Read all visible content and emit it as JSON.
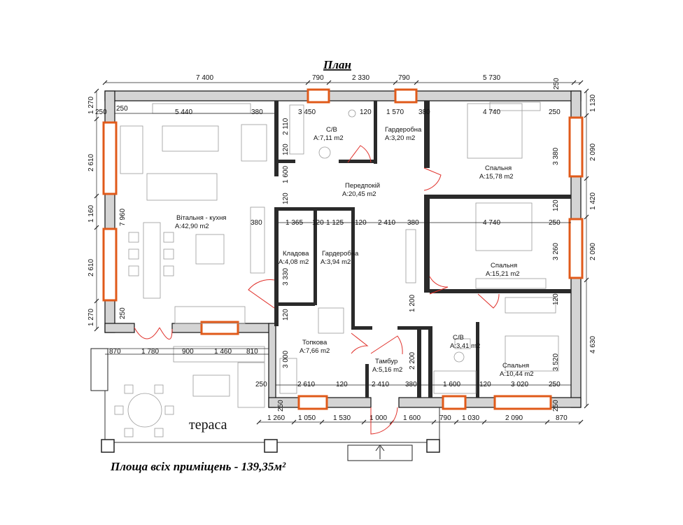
{
  "title": "План",
  "total_area": "Площа всіх приміщень - 139,35м²",
  "terrace_label": "тераса",
  "rooms": [
    {
      "name": "С/В",
      "area": "А:7,11 m2"
    },
    {
      "name": "Гардеробна",
      "area": "А:3,20 m2"
    },
    {
      "name": "Спальня",
      "area": "А:15,78 m2"
    },
    {
      "name": "Передпокій",
      "area": "А:20,45 m2"
    },
    {
      "name": "Вітальня - кухня",
      "area": "А:42,90 m2"
    },
    {
      "name": "Кладова",
      "area": "А:4,08 m2"
    },
    {
      "name": "Гардеробна",
      "area": "А:3,94 m2"
    },
    {
      "name": "Спальня",
      "area": "А:15,21 m2"
    },
    {
      "name": "Топкова",
      "area": "А:7,66 m2"
    },
    {
      "name": "Тамбур",
      "area": "А:5,16 m2"
    },
    {
      "name": "С/В",
      "area": "А:3,41 m2"
    },
    {
      "name": "Спальня",
      "area": "А:10,44 m2"
    }
  ],
  "dims": {
    "top": [
      "7 400",
      "790",
      "2 330",
      "790",
      "5 730",
      "250"
    ],
    "bottom": [
      "1 260",
      "1 050",
      "1 530",
      "1 000",
      "1 600",
      "790",
      "1 030",
      "2 090",
      "870"
    ],
    "left": [
      "1 270",
      "2 610",
      "1 160",
      "2 610",
      "1 270"
    ],
    "left_inner": [
      "7 960"
    ],
    "right": [
      "1 130",
      "2 090",
      "1 420",
      "2 090",
      "4 630"
    ],
    "inner": [
      "250",
      "250",
      "5 440",
      "380",
      "3 450",
      "120",
      "1 570",
      "380",
      "4 740",
      "250",
      "2 110",
      "120",
      "1 600",
      "120",
      "3 380",
      "120",
      "380",
      "1 365",
      "120",
      "1 125",
      "120",
      "2 410",
      "380",
      "4 740",
      "250",
      "3 330",
      "120",
      "3 260",
      "120",
      "1 200",
      "2 200",
      "3 000",
      "3 520",
      "250",
      "870",
      "1 780",
      "900",
      "1 460",
      "810",
      "250",
      "2 610",
      "120",
      "2 410",
      "380",
      "1 600",
      "120",
      "3 020",
      "250",
      "250",
      "250"
    ]
  }
}
